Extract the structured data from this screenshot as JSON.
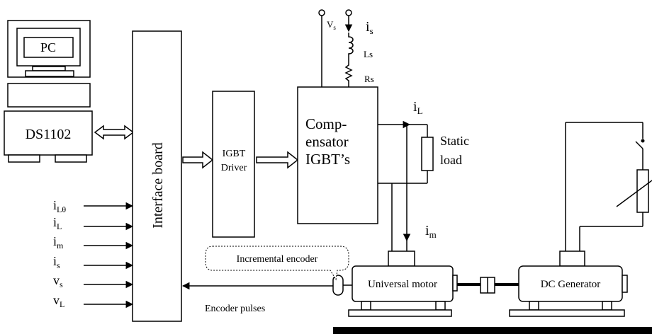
{
  "blocks": {
    "pc": "PC",
    "ds1102": "DS1102",
    "interface_board": "Interface board",
    "igbt_driver_line1": "IGBT",
    "igbt_driver_line2": "Driver",
    "compensator_line1": "Comp-",
    "compensator_line2": "ensator",
    "compensator_line3": "IGBT’s",
    "static_load_line1": "Static",
    "static_load_line2": "load",
    "universal_motor": "Universal motor",
    "dc_generator": "DC Generator",
    "incremental_encoder": "Incremental encoder",
    "encoder_pulses": "Encoder pulses"
  },
  "supply": {
    "vs_label": "V",
    "vs_sub": "s",
    "is_label": "i",
    "is_sub": "s",
    "ls": "Ls",
    "rs": "Rs"
  },
  "currents": {
    "il_label": "i",
    "il_sub": "L",
    "im_label": "i",
    "im_sub": "m"
  },
  "inputs": [
    {
      "main": "i",
      "sub": "Lθ"
    },
    {
      "main": "i",
      "sub": "L"
    },
    {
      "main": "i",
      "sub": "m"
    },
    {
      "main": "i",
      "sub": "s"
    },
    {
      "main": "v",
      "sub": "s"
    },
    {
      "main": "v",
      "sub": "L"
    }
  ]
}
